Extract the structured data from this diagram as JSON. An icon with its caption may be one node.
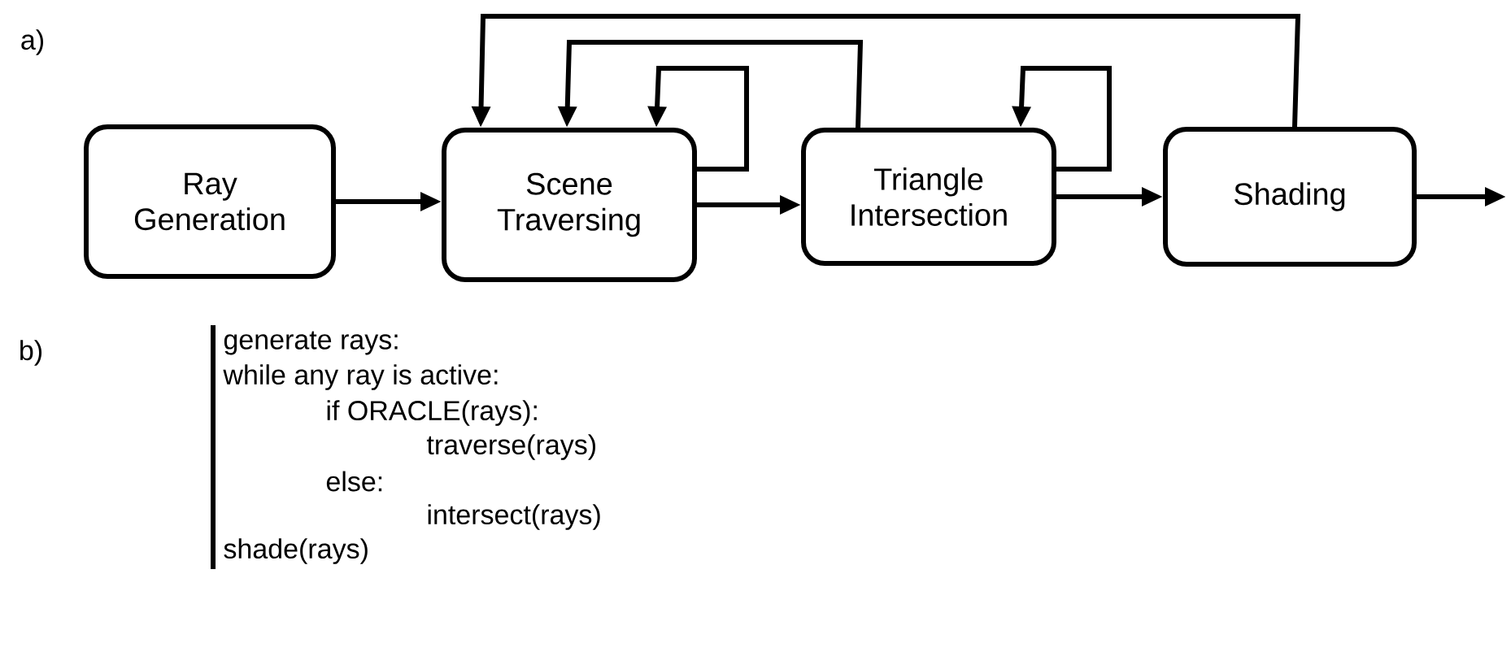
{
  "diagram": {
    "nodes": [
      {
        "text": [
          "Ray Generation"
        ]
      },
      {
        "text": [
          "Scene Traversing"
        ]
      },
      {
        "text": [
          "Triangle Intersection"
        ]
      },
      {
        "text": [
          "Shading"
        ]
      }
    ],
    "edges": [
      {
        "from": 0,
        "to": 1,
        "arrow": "to"
      },
      {
        "from": 1,
        "to": 2,
        "arrow": "to"
      },
      {
        "from": 2,
        "to": 3,
        "arrow": "to"
      },
      {
        "from": 3,
        "to": null,
        "arrow": "to"
      },
      {
        "from": 1,
        "to": 1,
        "arrow": "to"
      },
      {
        "from": 2,
        "to": 2,
        "arrow": "to"
      },
      {
        "from": 2,
        "to": 1,
        "arrow": "to"
      },
      {
        "from": 3,
        "to": 1,
        "arrow": "to"
      }
    ],
    "labels": [
      "a)",
      "b)",
      "generate rays:",
      "while any ray is active:",
      "if ORACLE(rays):",
      "traverse(rays)",
      "else:",
      "intersect(rays)",
      "shade(rays)"
    ]
  }
}
